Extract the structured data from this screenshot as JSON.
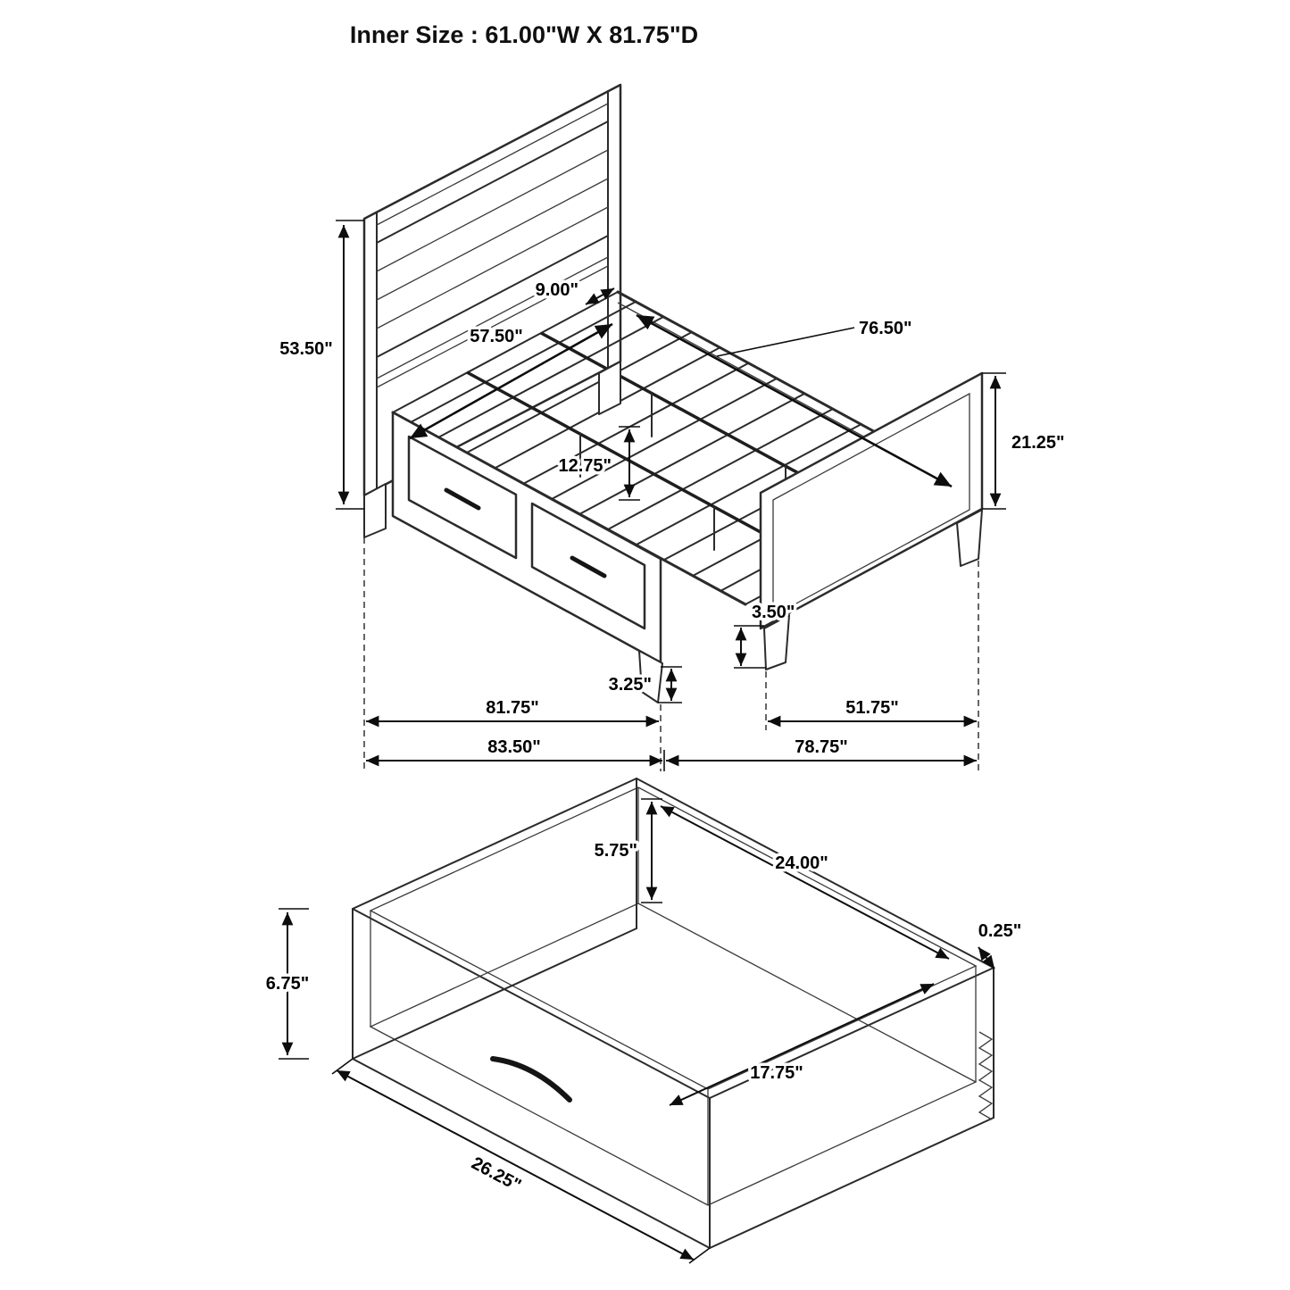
{
  "title": "Inner Size : 61.00\"W X 81.75\"D",
  "bed_diagram": {
    "dimensions": {
      "slat_spacing": "9.00\"",
      "inner_width": "57.50\"",
      "inner_depth": "76.50\"",
      "headboard_height": "53.50\"",
      "footboard_height": "21.25\"",
      "support_height": "12.75\"",
      "front_leg_height": "3.25\"",
      "footboard_leg_height": "3.50\"",
      "side_rail_length": "81.75\"",
      "footboard_span": "51.75\"",
      "overall_length": "83.50\"",
      "overall_width": "78.75\""
    }
  },
  "drawer_diagram": {
    "dimensions": {
      "inner_height": "5.75\"",
      "inner_length": "24.00\"",
      "wall_thickness": "0.25\"",
      "front_height": "6.75\"",
      "inner_depth": "17.75\"",
      "front_width": "26.25\""
    }
  }
}
